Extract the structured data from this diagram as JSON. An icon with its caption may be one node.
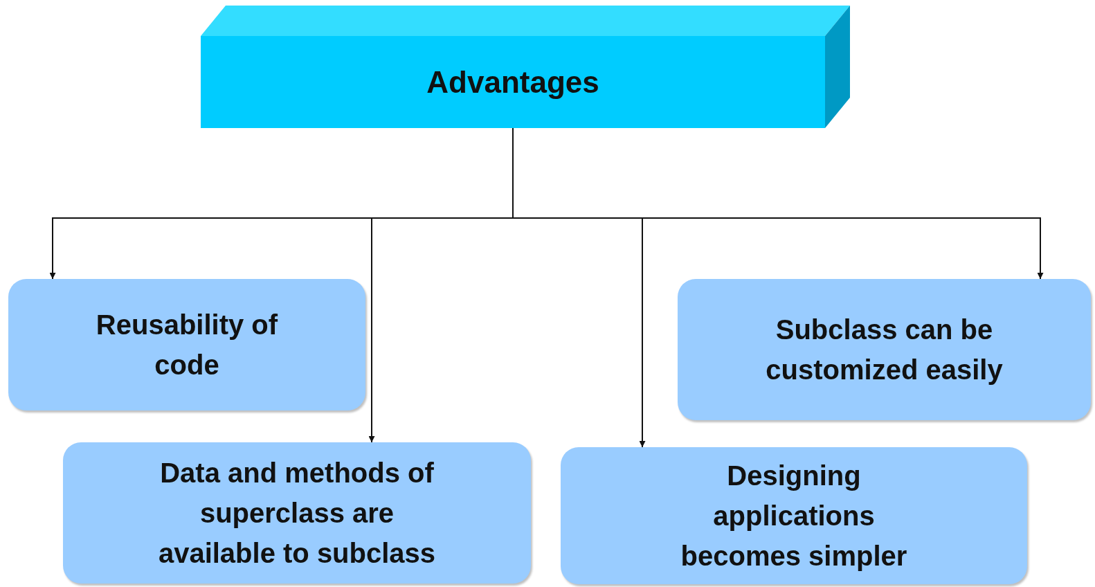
{
  "diagram": {
    "nodes": [
      {
        "text": [
          "Advantages"
        ]
      },
      {
        "text": [
          "Reusability of code"
        ]
      },
      {
        "text": [
          "Data and methods of superclass are available to subclass"
        ]
      },
      {
        "text": [
          "Designing applications becomes simpler"
        ]
      },
      {
        "text": [
          "Subclass can be customized easily"
        ]
      }
    ],
    "edges": [
      {
        "from": 0,
        "to": 1,
        "arrow": "to"
      },
      {
        "from": 0,
        "to": 2,
        "arrow": "to"
      },
      {
        "from": 0,
        "to": 3,
        "arrow": "to"
      },
      {
        "from": 0,
        "to": 4,
        "arrow": "to"
      }
    ]
  }
}
